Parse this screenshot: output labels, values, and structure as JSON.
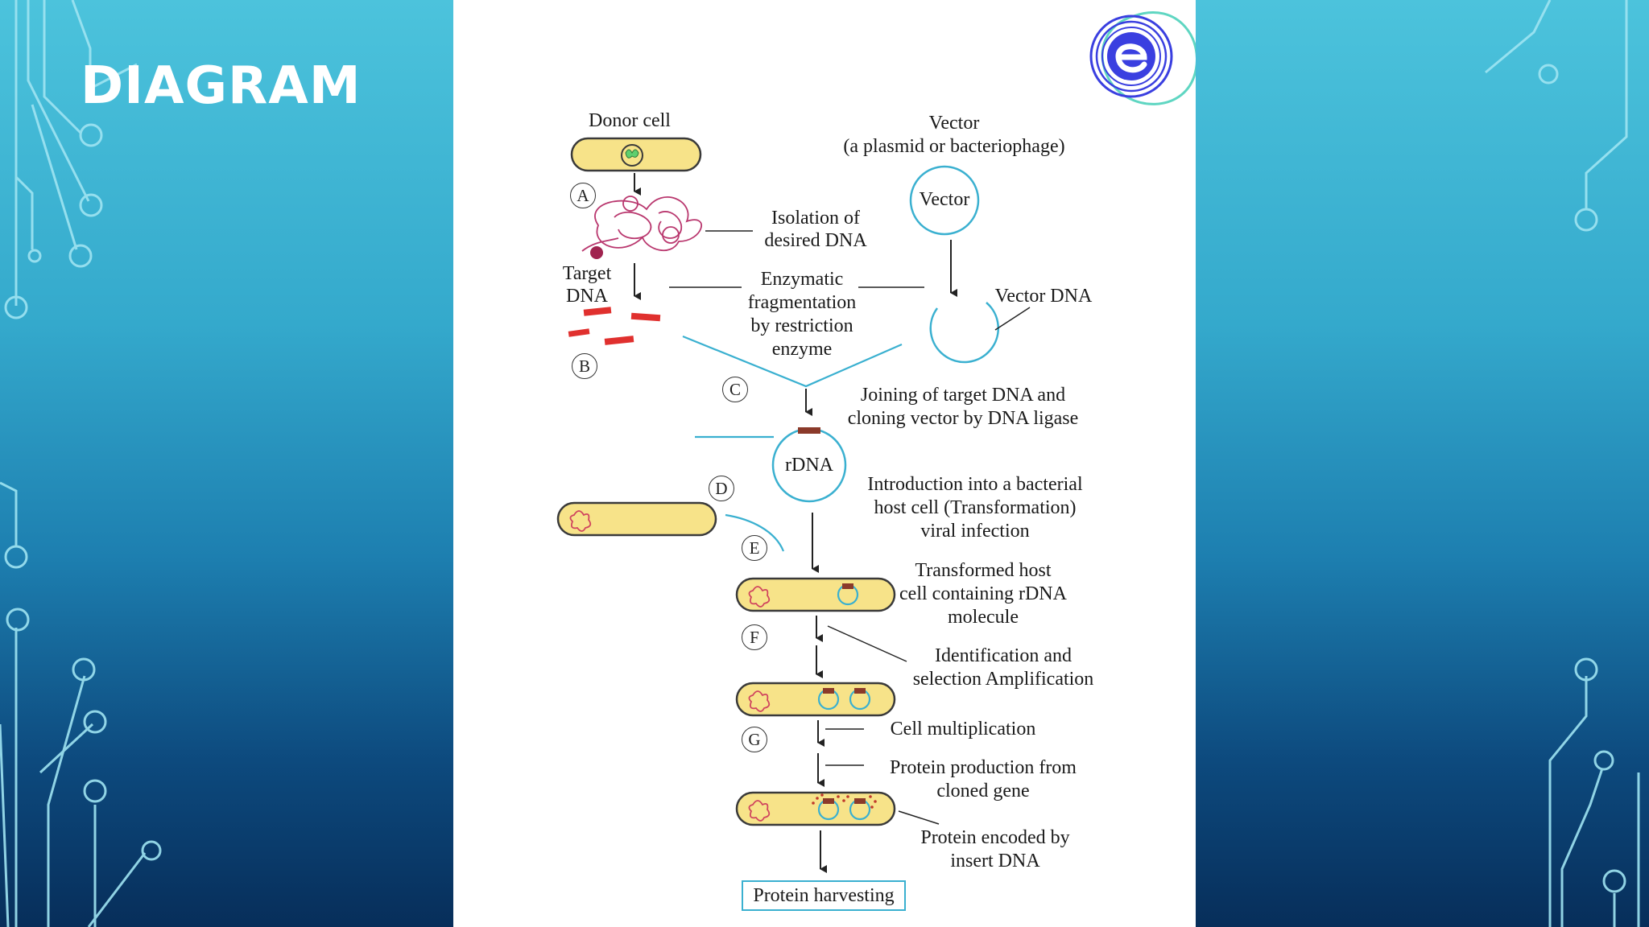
{
  "slide": {
    "title": "DIAGRAM"
  },
  "colors": {
    "cell_fill": "#f7e389",
    "cell_stroke": "#3a3a3a",
    "vector_blue": "#3ab0d0",
    "fragment_red": "#e0302e",
    "insert_brown": "#8b3a2a",
    "dna_pink": "#b9376e"
  },
  "diagram": {
    "donor_cell": "Donor cell",
    "vector_title_line1": "Vector",
    "vector_title_line2": "(a plasmid or bacteriophage)",
    "vector_circle": "Vector",
    "isolation_line1": "Isolation of",
    "isolation_line2": "desired DNA",
    "target_line1": "Target",
    "target_line2": "DNA",
    "enzymatic_line1": "Enzymatic",
    "enzymatic_line2": "fragmentation",
    "enzymatic_line3": "by restriction",
    "enzymatic_line4": "enzyme",
    "vector_dna": "Vector DNA",
    "joining_line1": "Joining of target DNA and",
    "joining_line2": "cloning vector by DNA ligase",
    "rdna": "rDNA",
    "intro_line1": "Introduction into a bacterial",
    "intro_line2": "host cell (Transformation)",
    "intro_line3": "viral infection",
    "transformed_line1": "Transformed host",
    "transformed_line2": "cell containing rDNA",
    "transformed_line3": "molecule",
    "ident_line1": "Identification and",
    "ident_line2": "selection Amplification",
    "cell_mult": "Cell multiplication",
    "protein_prod_line1": "Protein production from",
    "protein_prod_line2": "cloned gene",
    "protein_enc_line1": "Protein encoded by",
    "protein_enc_line2": "insert DNA",
    "harvest": "Protein harvesting",
    "steps": [
      "A",
      "B",
      "C",
      "D",
      "E",
      "F",
      "G"
    ]
  },
  "logo": {
    "icon": "e-logo-icon"
  }
}
